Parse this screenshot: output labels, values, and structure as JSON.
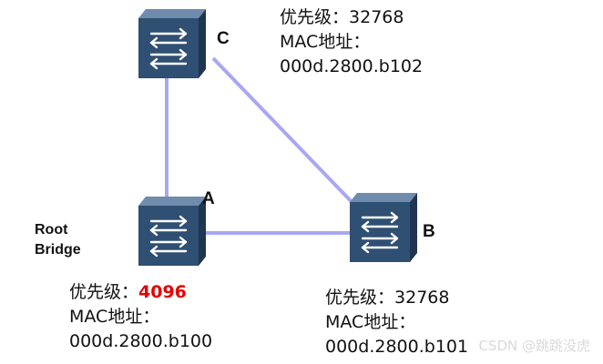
{
  "nodes": {
    "c": {
      "label": "C",
      "priority_label": "优先级：",
      "priority_value": "32768",
      "mac_label": "MAC地址：",
      "mac_value": "000d.2800.b102"
    },
    "a": {
      "label": "A",
      "priority_label": "优先级：",
      "priority_value": "4096",
      "mac_label": "MAC地址：",
      "mac_value": "000d.2800.b100",
      "role_line1": "Root",
      "role_line2": "Bridge"
    },
    "b": {
      "label": "B",
      "priority_label": "优先级：",
      "priority_value": "32768",
      "mac_label": "MAC地址：",
      "mac_value": "000d.2800.b101"
    }
  },
  "links": [
    {
      "from": "C",
      "to": "A"
    },
    {
      "from": "A",
      "to": "B"
    },
    {
      "from": "C",
      "to": "B"
    }
  ],
  "colors": {
    "link": "#a9a7f2",
    "root_priority": "#e60000",
    "switch_body": "#2f4f73"
  },
  "watermark": "CSDN @跳跳没虎"
}
